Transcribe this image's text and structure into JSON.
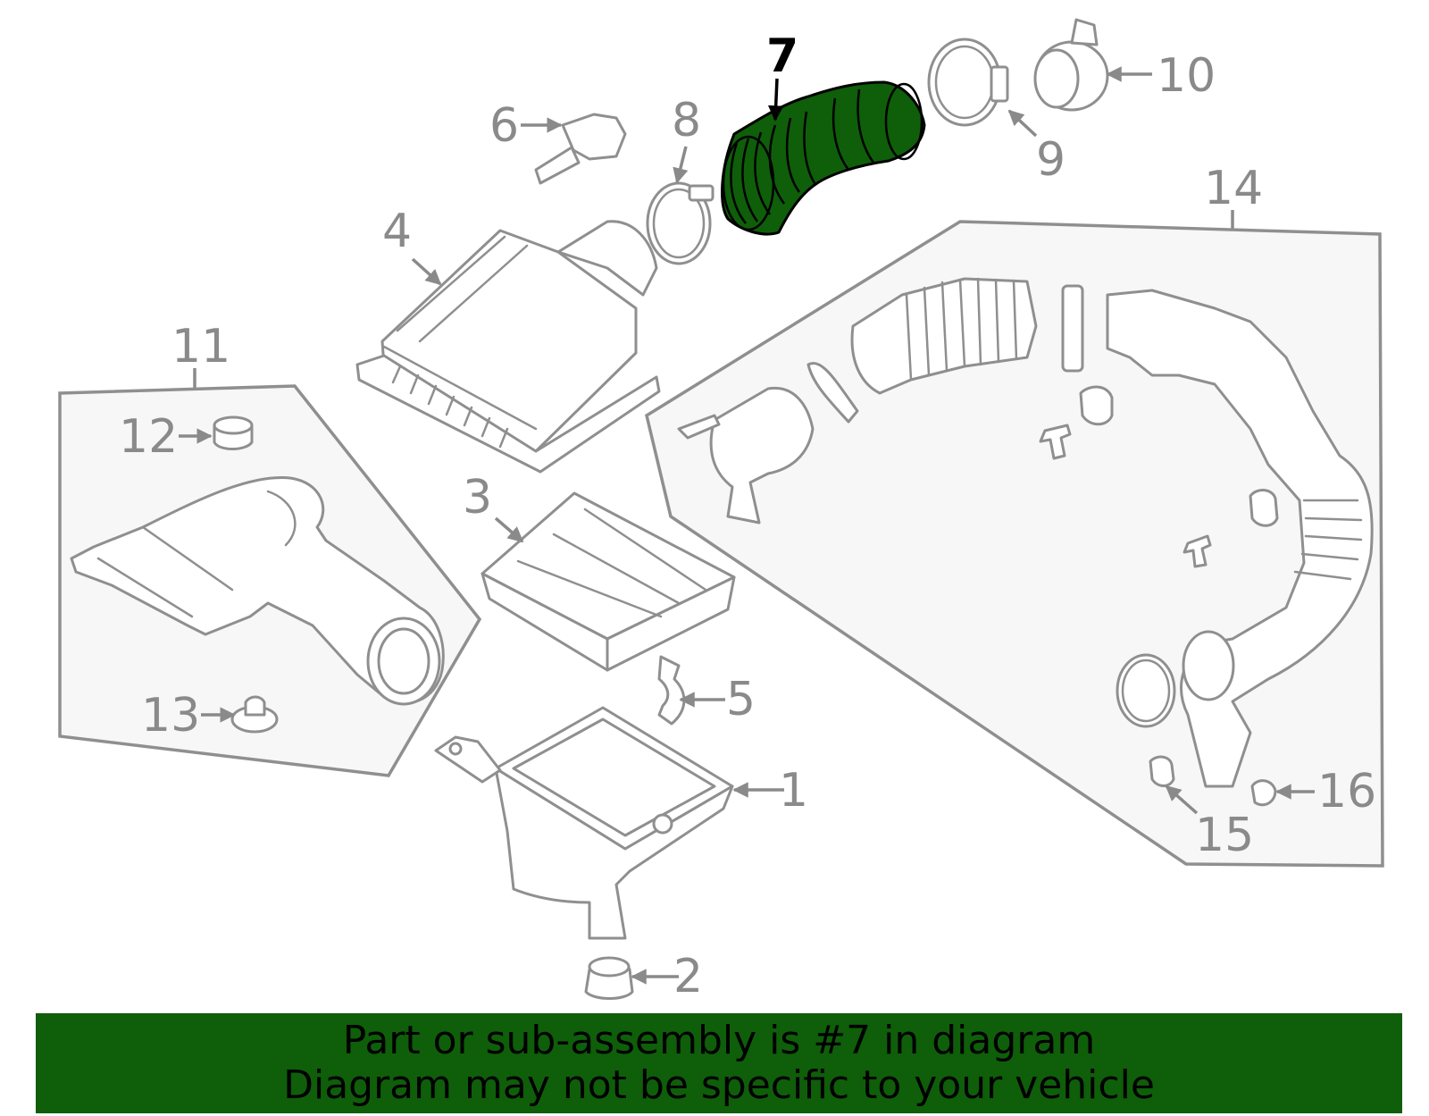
{
  "diagram": {
    "highlighted_part": "7",
    "highlight_color": "#0f5e0a",
    "line_color": "#8f8f8f",
    "callouts": [
      "1",
      "2",
      "3",
      "4",
      "5",
      "6",
      "7",
      "8",
      "9",
      "10",
      "11",
      "12",
      "13",
      "14",
      "15",
      "16"
    ]
  },
  "banner": {
    "line1": "Part or sub-assembly is #7 in diagram",
    "line2": "Diagram may not be specific to your vehicle",
    "background_color": "#0f5e0a"
  }
}
